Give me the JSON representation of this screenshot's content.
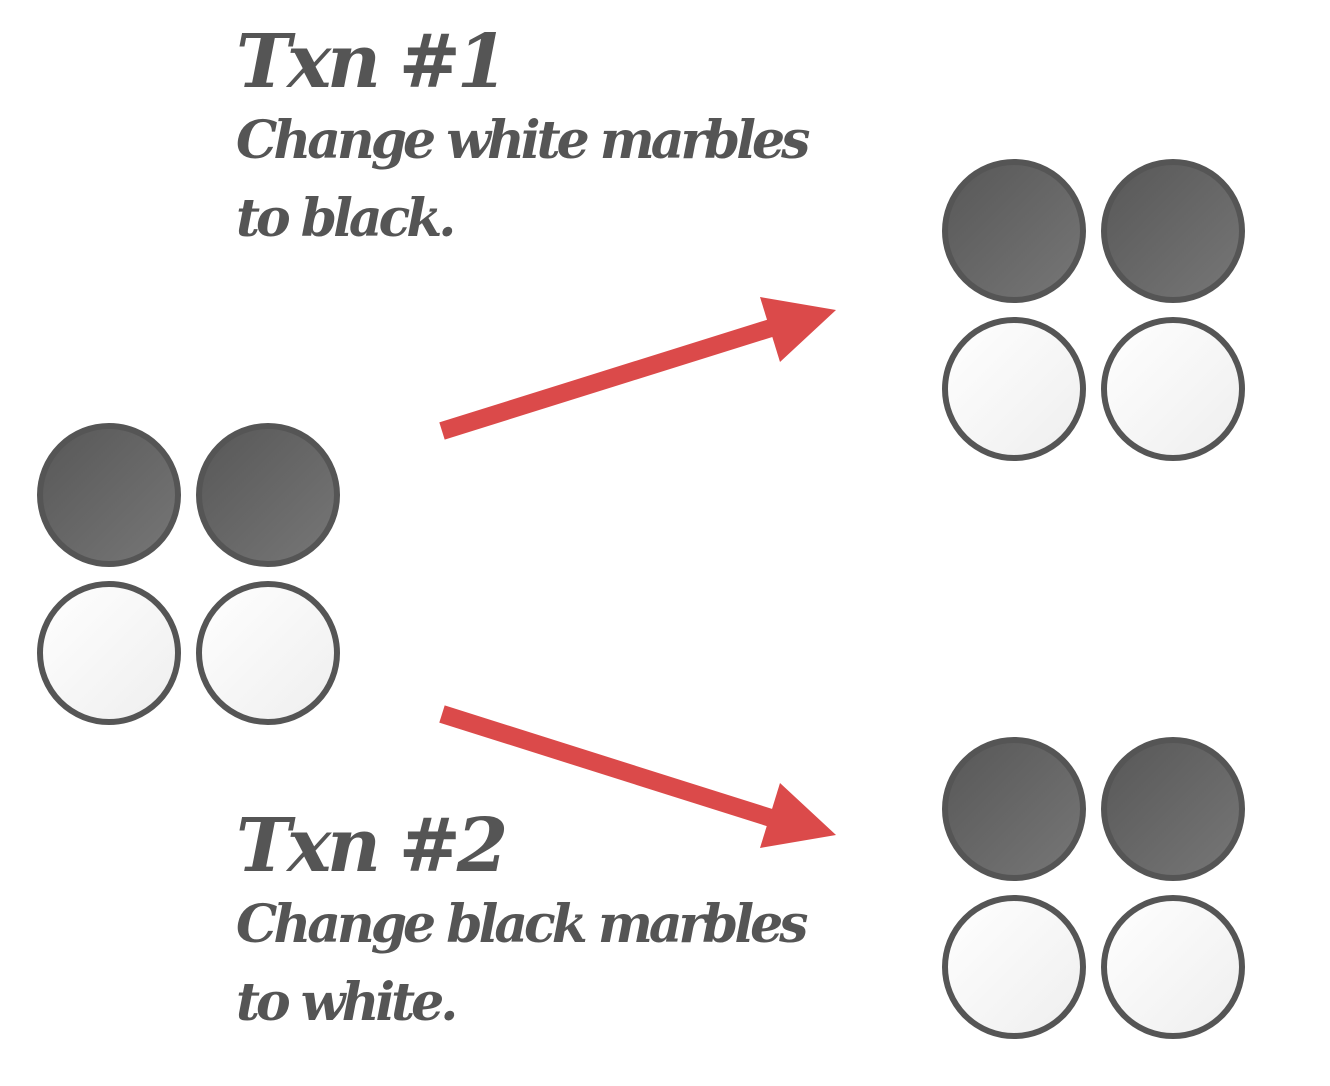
{
  "colors": {
    "black_marble_start": "#575757",
    "black_marble_end": "#777777",
    "white_marble_start": "#ffffff",
    "white_marble_end": "#eeeeee",
    "marble_stroke": "#555555",
    "arrow": "#db4a4a",
    "text": "#555555"
  },
  "transactions": [
    {
      "title": "Txn #1",
      "description_lines": [
        "Change white marbles",
        "to black."
      ]
    },
    {
      "title": "Txn #2",
      "description_lines": [
        "Change black marbles",
        "to white."
      ]
    }
  ],
  "marble_groups": [
    {
      "name": "initial-state",
      "rows": [
        [
          "black",
          "black"
        ],
        [
          "white",
          "white"
        ]
      ]
    },
    {
      "name": "txn1-result",
      "rows": [
        [
          "black",
          "black"
        ],
        [
          "white",
          "white"
        ]
      ]
    },
    {
      "name": "txn2-result",
      "rows": [
        [
          "black",
          "black"
        ],
        [
          "white",
          "white"
        ]
      ]
    }
  ]
}
